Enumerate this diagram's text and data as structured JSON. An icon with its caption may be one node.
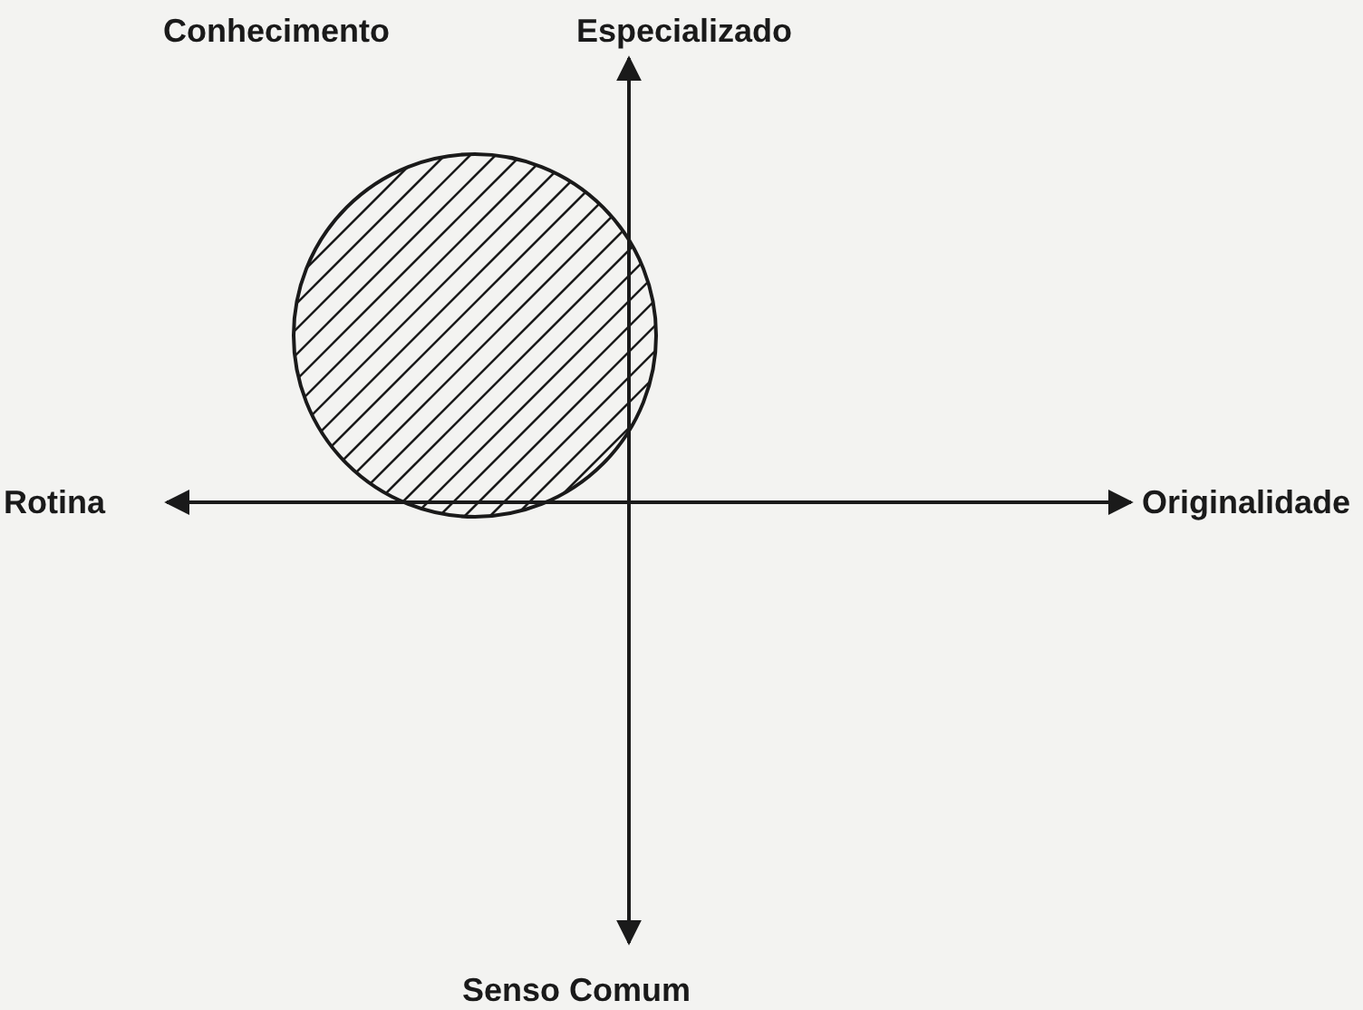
{
  "diagram": {
    "labels": [
      "Conhecimento",
      "Especializado",
      "Rotina",
      "Originalidade",
      "Senso Comum"
    ]
  }
}
